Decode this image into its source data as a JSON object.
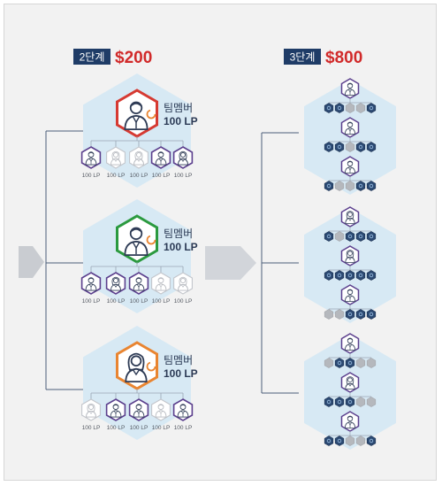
{
  "colors": {
    "navy": "#1f3c67",
    "price_red": "#d12a2a",
    "hex_fill": "#d7e9f4",
    "member_purple": "#5b3f8d",
    "leader_red": "#d63a32",
    "leader_green": "#2b9a3f",
    "leader_orange": "#e98531",
    "connector": "#4c5f7a",
    "chevron": "#c9ccd1",
    "dot_dark": "#2c4a73",
    "dot_grey": "#b5b8bd"
  },
  "stage2": {
    "badge": "2단계",
    "price": "$200"
  },
  "stage3": {
    "badge": "3단계",
    "price": "$800"
  },
  "groups": [
    {
      "leader_color": "red",
      "leader_icon": "male-member-icon",
      "label": "팀멤버",
      "lp": "100 LP",
      "members": [
        {
          "active": true,
          "lp": "100 LP",
          "icon": "male-member-icon"
        },
        {
          "active": false,
          "lp": "100 LP",
          "icon": "female-member-icon"
        },
        {
          "active": false,
          "lp": "100 LP",
          "icon": "female-member-icon"
        },
        {
          "active": true,
          "lp": "100 LP",
          "icon": "male-member-icon"
        },
        {
          "active": true,
          "lp": "100 LP",
          "icon": "female-member-icon"
        }
      ]
    },
    {
      "leader_color": "green",
      "leader_icon": "male-member-icon",
      "label": "팀멤버",
      "lp": "100 LP",
      "members": [
        {
          "active": true,
          "lp": "100 LP",
          "icon": "male-member-icon"
        },
        {
          "active": true,
          "lp": "100 LP",
          "icon": "female-member-icon"
        },
        {
          "active": true,
          "lp": "100 LP",
          "icon": "male-member-icon"
        },
        {
          "active": false,
          "lp": "100 LP",
          "icon": "male-member-icon"
        },
        {
          "active": false,
          "lp": "100 LP",
          "icon": "female-member-icon"
        }
      ]
    },
    {
      "leader_color": "orange",
      "leader_icon": "female-member-icon",
      "label": "팀멤버",
      "lp": "100 LP",
      "members": [
        {
          "active": false,
          "lp": "100 LP",
          "icon": "female-member-icon"
        },
        {
          "active": true,
          "lp": "100 LP",
          "icon": "male-member-icon"
        },
        {
          "active": true,
          "lp": "100 LP",
          "icon": "male-member-icon"
        },
        {
          "active": false,
          "lp": "100 LP",
          "icon": "male-member-icon"
        },
        {
          "active": true,
          "lp": "100 LP",
          "icon": "male-member-icon"
        }
      ]
    }
  ],
  "stage3_clusters": [
    {
      "rows": [
        {
          "icon": "male-member-icon",
          "dots": [
            1,
            1,
            0,
            0,
            1
          ]
        },
        {
          "icon": "male-member-icon",
          "dots": [
            1,
            1,
            0,
            1,
            1
          ]
        },
        {
          "icon": "male-member-icon",
          "dots": [
            1,
            0,
            0,
            1,
            1
          ]
        }
      ]
    },
    {
      "rows": [
        {
          "icon": "female-member-icon",
          "dots": [
            1,
            0,
            1,
            1,
            1
          ]
        },
        {
          "icon": "female-member-icon",
          "dots": [
            1,
            1,
            1,
            1,
            1
          ]
        },
        {
          "icon": "male-member-icon",
          "dots": [
            0,
            0,
            1,
            1,
            1
          ]
        }
      ]
    },
    {
      "rows": [
        {
          "icon": "male-member-icon",
          "dots": [
            0,
            1,
            1,
            0,
            0
          ]
        },
        {
          "icon": "female-member-icon",
          "dots": [
            1,
            1,
            1,
            0,
            0
          ]
        },
        {
          "icon": "male-member-icon",
          "dots": [
            1,
            1,
            0,
            0,
            1
          ]
        }
      ]
    }
  ]
}
